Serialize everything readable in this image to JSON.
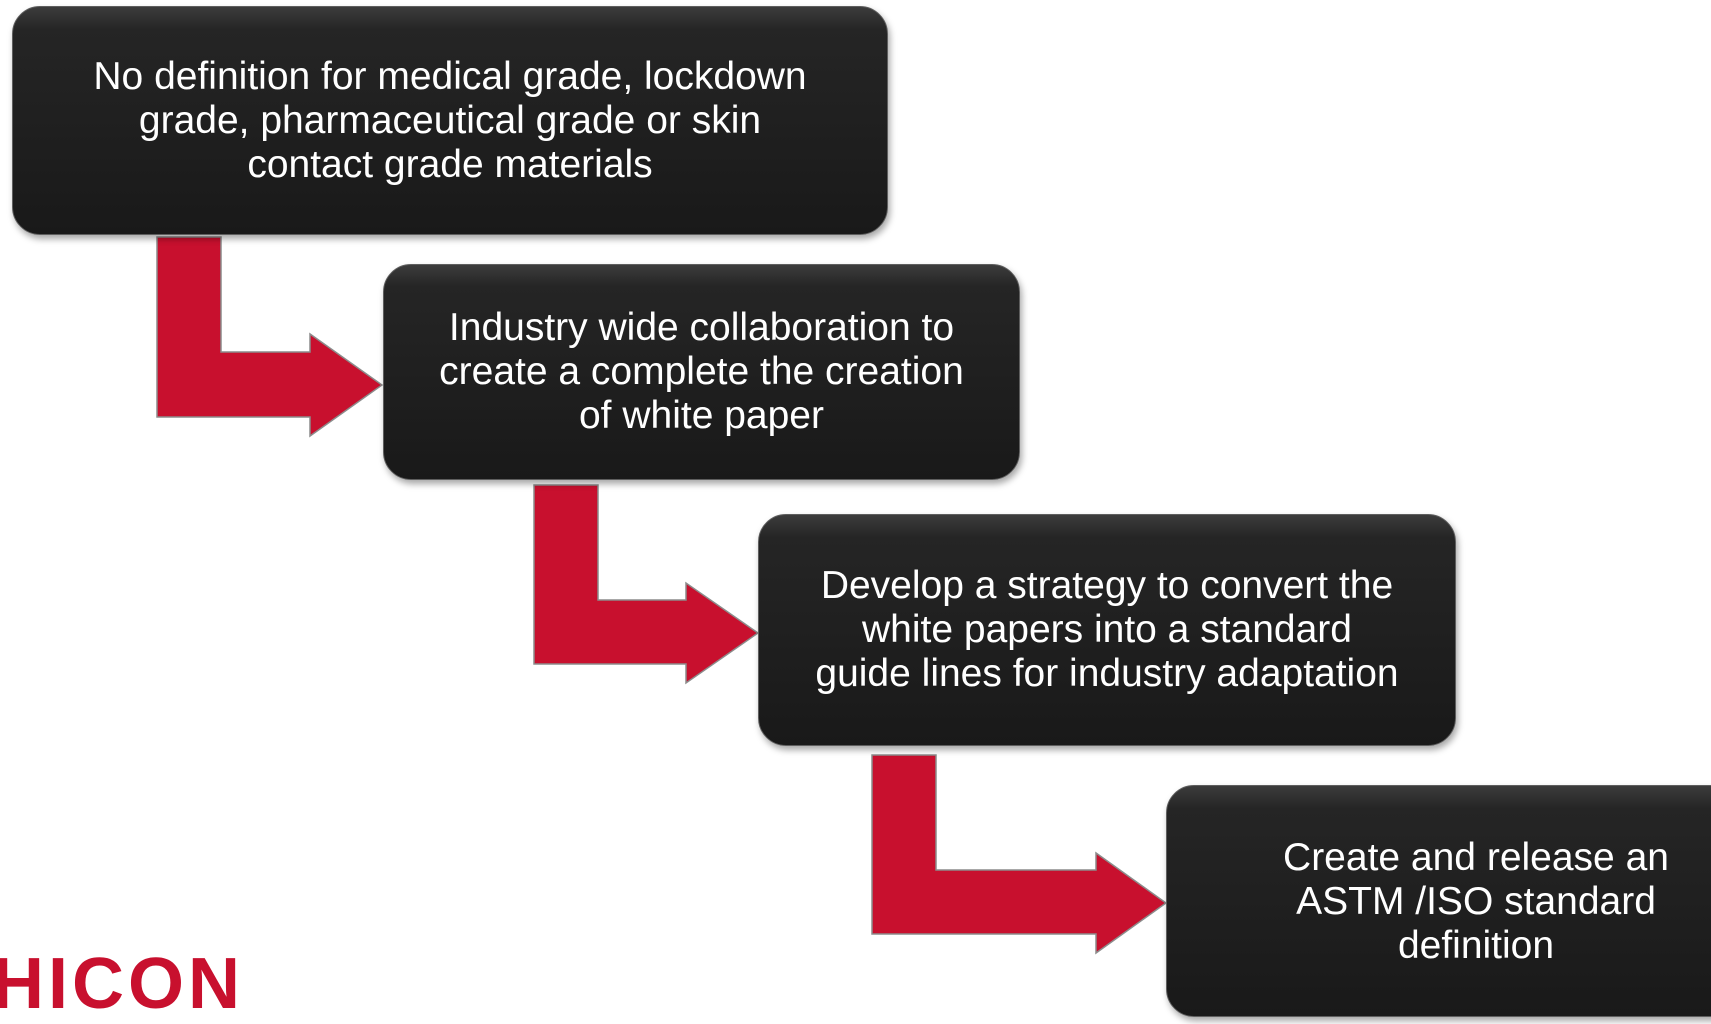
{
  "flow": {
    "steps": [
      {
        "text": "No definition for medical grade, lockdown\ngrade, pharmaceutical grade or skin\ncontact grade materials"
      },
      {
        "text": "Industry wide collaboration to\ncreate a complete the creation\nof white paper"
      },
      {
        "text": "Develop a strategy to convert the\nwhite papers into a standard\nguide lines for industry adaptation"
      },
      {
        "text": "Create and release  an\nASTM /ISO standard\ndefinition"
      }
    ]
  },
  "colors": {
    "arrow": "#c8102e",
    "box": "#1f1f1f",
    "text": "#ffffff"
  },
  "logo": {
    "text": "HICON"
  }
}
